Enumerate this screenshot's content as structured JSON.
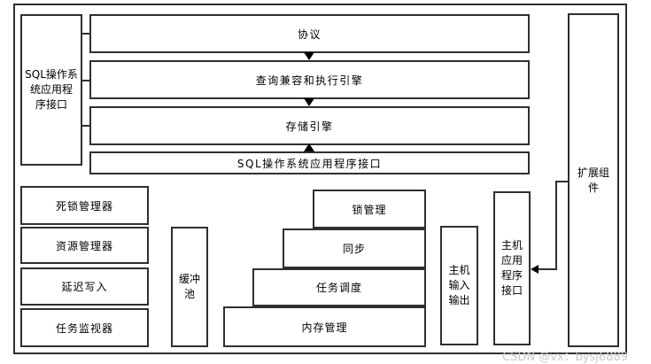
{
  "diagram": {
    "side_api_label": "SQL操作系\n统应用程\n序接口",
    "pipeline": [
      "协议",
      "查询兼容和执行引擎",
      "存储引擎",
      "SQL操作系统应用程序接口"
    ],
    "managers": [
      "死锁管理器",
      "资源管理器",
      "延迟写入",
      "任务监视器"
    ],
    "buffer_pool_label": "缓冲\n池",
    "kernel_stack": [
      "锁管理",
      "同步",
      "任务调度",
      "内存管理"
    ],
    "host_io_label": "主机\n输入\n输出",
    "host_api_label": "主机\n应用\n程序\n接口",
    "extension_label": "扩展组\n件"
  },
  "watermark": "CSDN @vx：bysj6889",
  "colors": {
    "line": "#2f2f2f",
    "background": "#ffffff",
    "watermark": "#c9c9c9"
  }
}
